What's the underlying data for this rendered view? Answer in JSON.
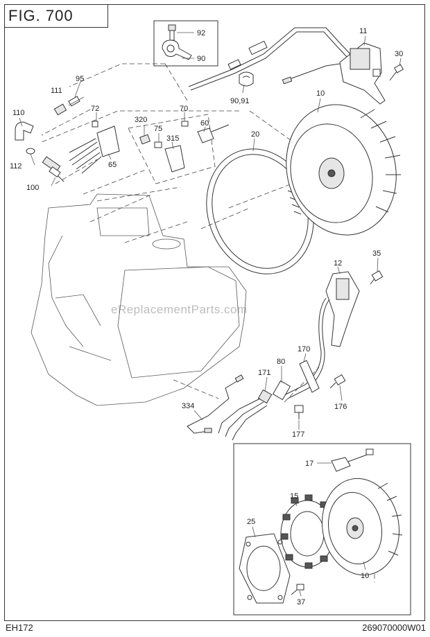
{
  "figure_title": "FIG. 700",
  "model_code": "EH172",
  "drawing_number": "269070000W01",
  "watermark": "eReplacementParts.com",
  "callouts": [
    "92",
    "90",
    "11",
    "30",
    "95",
    "111",
    "90,91",
    "10",
    "110",
    "72",
    "320",
    "70",
    "60",
    "75",
    "315",
    "20",
    "112",
    "65",
    "100",
    "35",
    "12",
    "170",
    "80",
    "171",
    "176",
    "334",
    "177",
    "17",
    "15",
    "25",
    "10",
    "37"
  ]
}
